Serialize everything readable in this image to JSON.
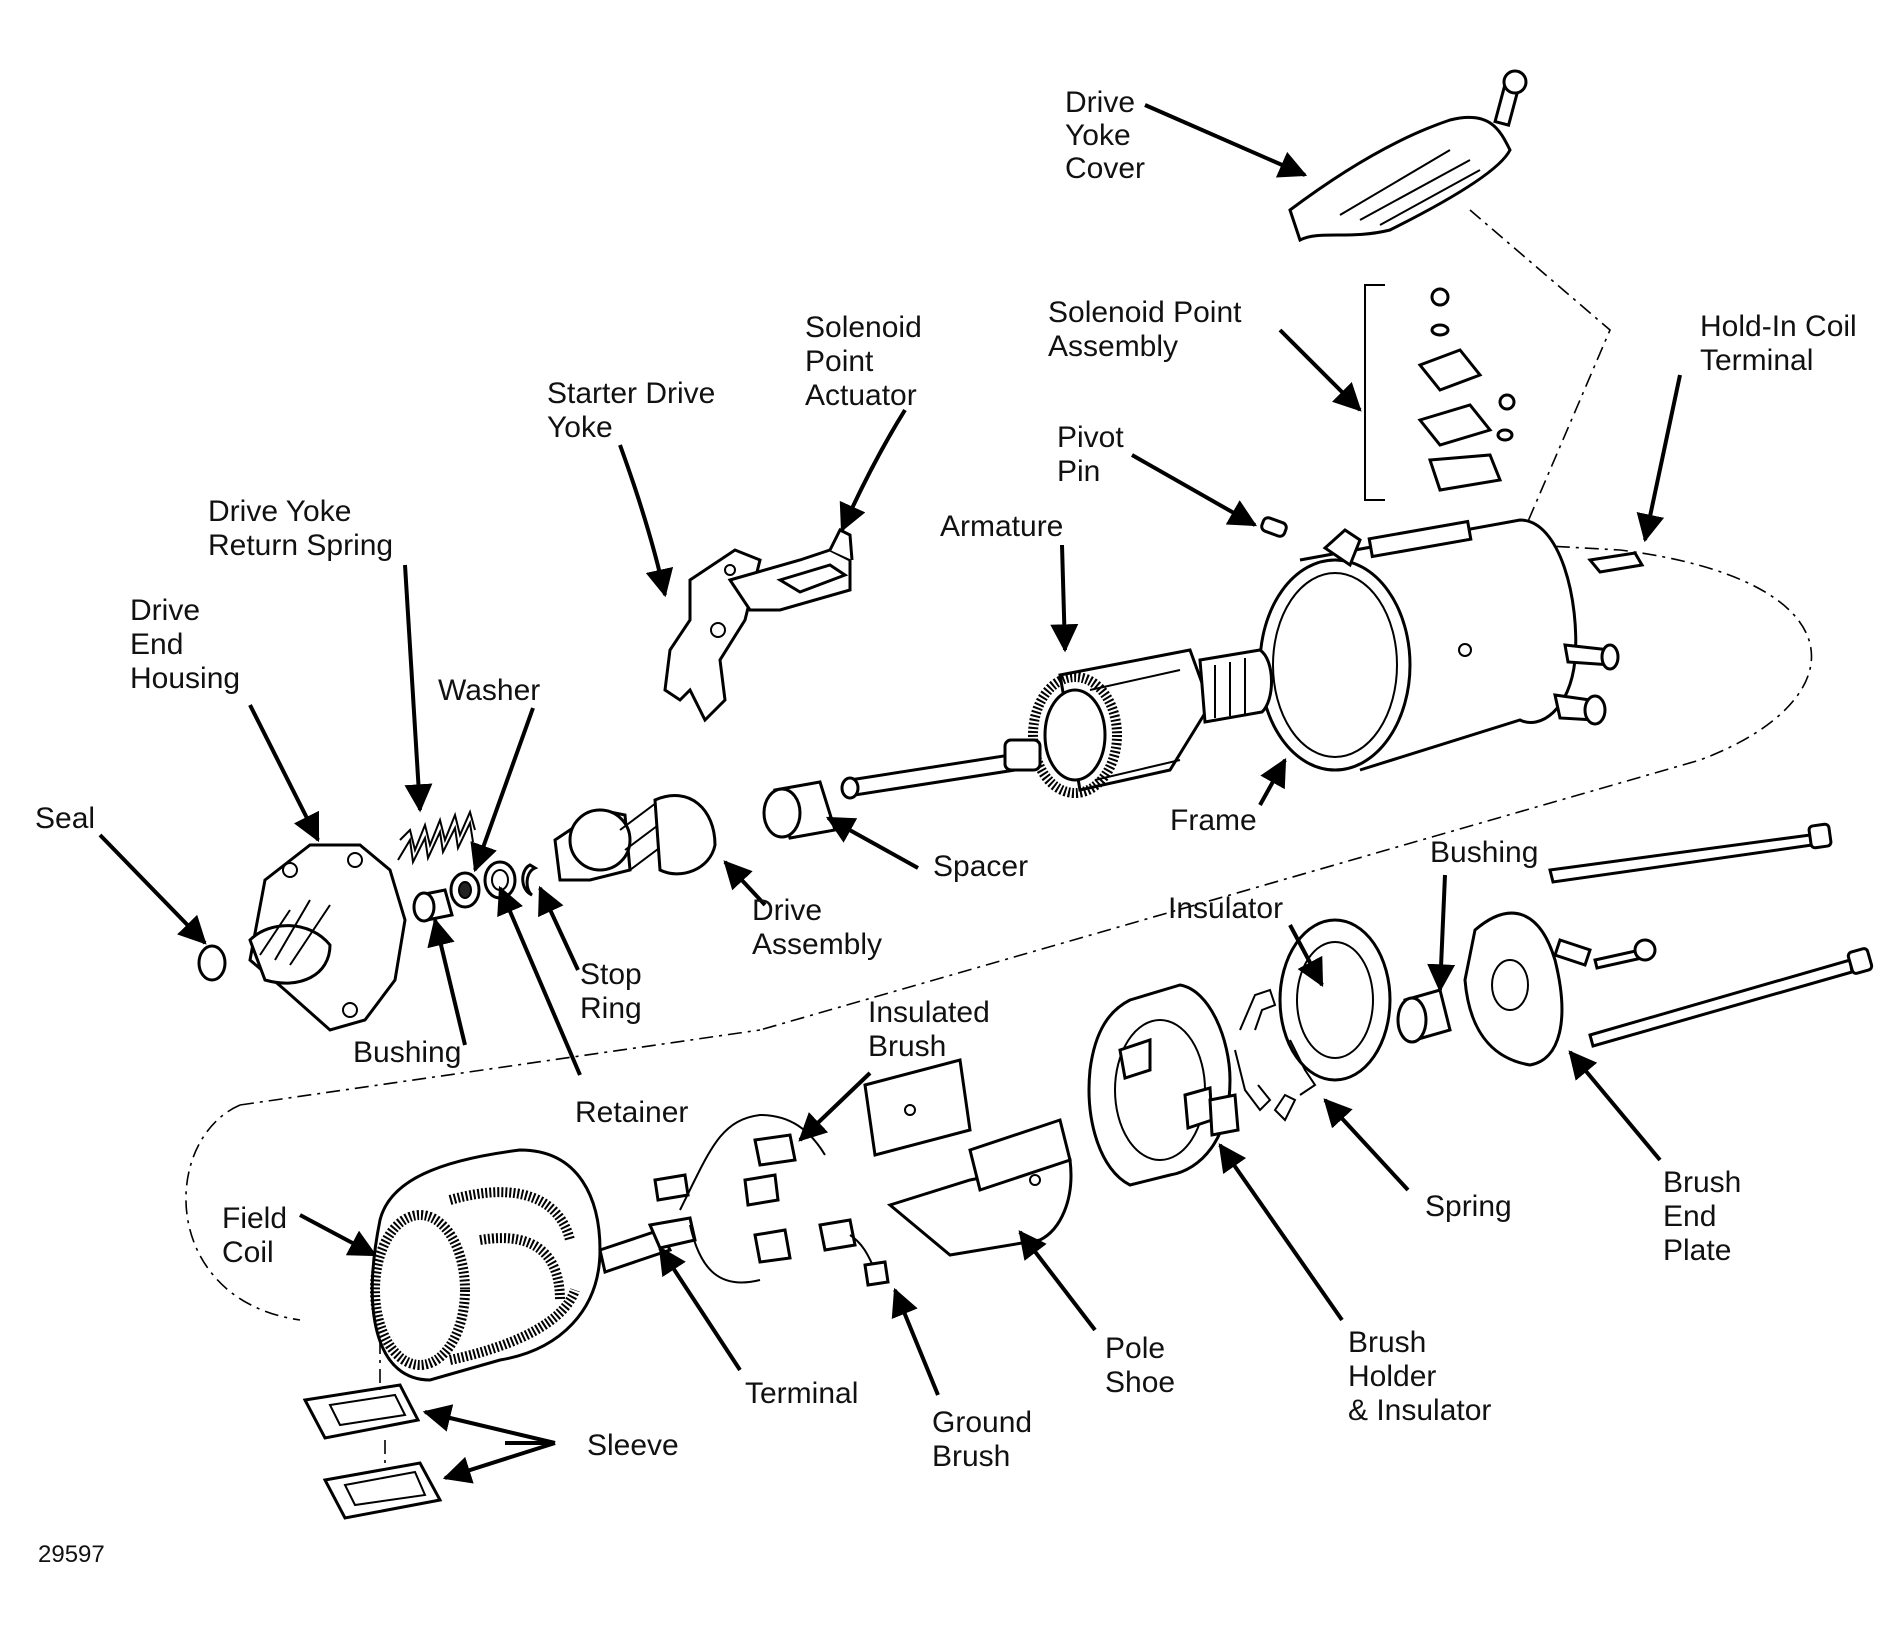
{
  "labels": {
    "drive_yoke_cover": [
      "Drive",
      "Yoke",
      "Cover"
    ],
    "solenoid_point_assembly": [
      "Solenoid Point",
      "Assembly"
    ],
    "hold_in_coil_terminal": [
      "Hold-In Coil",
      "Terminal"
    ],
    "solenoid_point_actuator": [
      "Solenoid",
      "Point",
      "Actuator"
    ],
    "starter_drive_yoke": [
      "Starter Drive",
      "Yoke"
    ],
    "pivot_pin": [
      "Pivot",
      "Pin"
    ],
    "drive_yoke_return_spring": [
      "Drive Yoke",
      "Return Spring"
    ],
    "armature": [
      "Armature"
    ],
    "drive_end_housing": [
      "Drive",
      "End",
      "Housing"
    ],
    "washer": [
      "Washer"
    ],
    "seal": [
      "Seal"
    ],
    "spacer": [
      "Spacer"
    ],
    "frame": [
      "Frame"
    ],
    "bushing_top": [
      "Bushing"
    ],
    "insulator": [
      "Insulator"
    ],
    "drive_assembly": [
      "Drive",
      "Assembly"
    ],
    "stop_ring": [
      "Stop",
      "Ring"
    ],
    "bushing_left": [
      "Bushing"
    ],
    "insulated_brush": [
      "Insulated",
      "Brush"
    ],
    "retainer": [
      "Retainer"
    ],
    "brush_end_plate": [
      "Brush",
      "End",
      "Plate"
    ],
    "spring": [
      "Spring"
    ],
    "field_coil": [
      "Field",
      "Coil"
    ],
    "brush_holder_insulator": [
      "Brush",
      "Holder",
      "& Insulator"
    ],
    "pole_shoe": [
      "Pole",
      "Shoe"
    ],
    "terminal": [
      "Terminal"
    ],
    "ground_brush": [
      "Ground",
      "Brush"
    ],
    "sleeve": [
      "Sleeve"
    ]
  },
  "figure_number": "29597",
  "icons": [
    "starter-motor-exploded-view"
  ],
  "colors": {
    "ink": "#000000",
    "paper": "#ffffff"
  }
}
